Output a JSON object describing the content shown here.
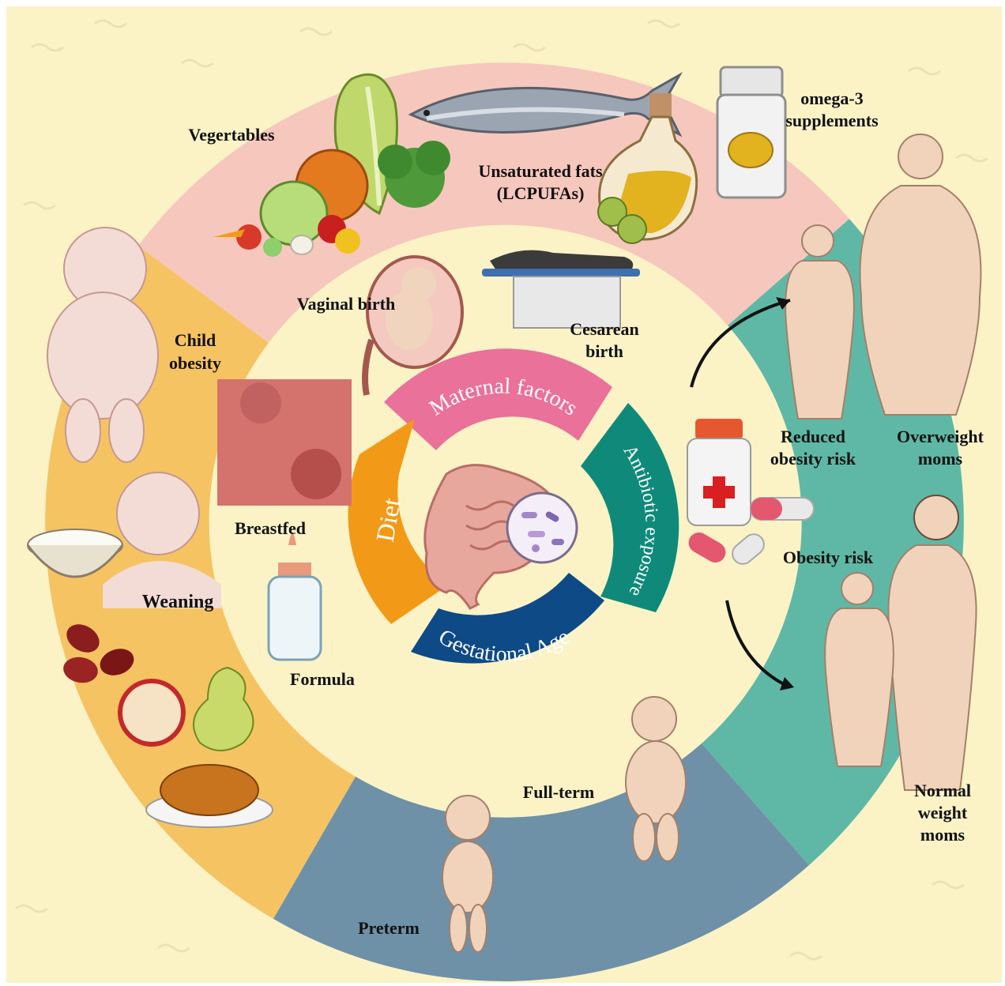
{
  "colors": {
    "background": "#fbf3c6",
    "ring_diet": "#f6c363",
    "ring_pink": "#f6c7bd",
    "ring_teal": "#5fb8a5",
    "ring_blue": "#6e91a8",
    "inner_maternal": "#e9719a",
    "inner_diet": "#f29a17",
    "inner_antibiotic": "#0f8a7a",
    "inner_gestational": "#0e4a86"
  },
  "inner_segments": {
    "maternal": "Maternal factors",
    "diet": "Diet",
    "antibiotic": "Antibiotic exposure",
    "gestational": "Gestational  Age"
  },
  "labels": {
    "vegetables": "Vegertables",
    "unsaturated_1": "Unsaturated fats",
    "unsaturated_2": "(LCPUFAs)",
    "omega_1": "omega-3",
    "omega_2": "supplements",
    "child_obesity_1": "Child",
    "child_obesity_2": "obesity",
    "vaginal_birth": "Vaginal birth",
    "cesarean_1": "Cesarean",
    "cesarean_2": "birth",
    "breastfed": "Breastfed",
    "weaning": "Weaning",
    "formula": "Formula",
    "reduced_1": "Reduced",
    "reduced_2": "obesity risk",
    "overweight_1": "Overweight",
    "overweight_2": "moms",
    "obesity_risk": "Obesity risk",
    "normal_1": "Normal",
    "normal_2": "weight",
    "normal_3": "moms",
    "full_term": "Full-term",
    "preterm": "Preterm"
  },
  "icons": [
    "lettuce-icon",
    "fish-icon",
    "oil-bottle-icon",
    "supplement-jar-icon",
    "vegetables-pile-icon",
    "baby-icon",
    "mother-icon",
    "child-icon",
    "pregnant-uterus-icon",
    "surgery-table-icon",
    "breastfeeding-icon",
    "rice-bowl-icon",
    "baby-bottle-icon",
    "beans-icon",
    "apple-icon",
    "pear-icon",
    "roast-chicken-icon",
    "medicine-bottle-icon",
    "capsule-icon",
    "intestine-icon",
    "bacteria-circle-icon"
  ]
}
